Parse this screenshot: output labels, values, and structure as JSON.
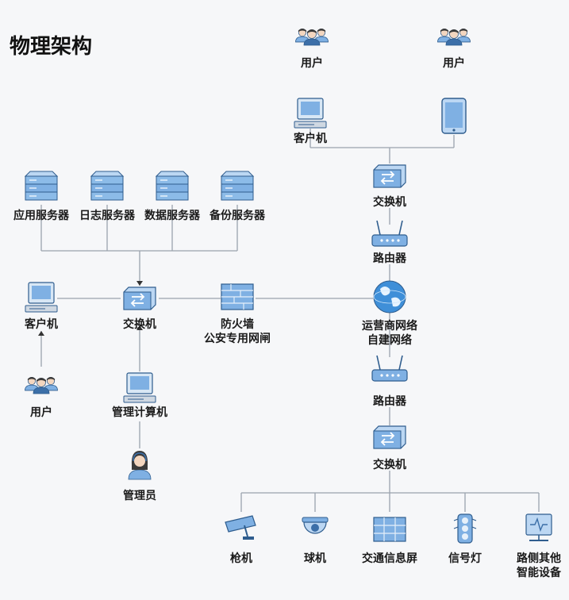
{
  "title": "物理架构",
  "colors": {
    "line": "#9aa3ad",
    "icon_light": "#bcd7f3",
    "icon_mid": "#7fb0e3",
    "icon_dark": "#3c6fa8",
    "icon_edge": "#2f5d8e"
  },
  "nodes": {
    "user_top_left": {
      "label": "用户",
      "icon": "users-icon"
    },
    "user_top_right": {
      "label": "用户",
      "icon": "users-icon"
    },
    "client_top": {
      "label": "客户机",
      "icon": "desktop-computer-icon"
    },
    "tablet_top": {
      "label": "",
      "icon": "tablet-icon"
    },
    "switch_top": {
      "label": "交换机",
      "icon": "switch-icon"
    },
    "router_top": {
      "label": "路由器",
      "icon": "router-icon"
    },
    "isp_network": {
      "label": [
        "运营商网络",
        "自建网络"
      ],
      "icon": "globe-icon"
    },
    "router_bottom": {
      "label": "路由器",
      "icon": "router-icon"
    },
    "switch_bottom": {
      "label": "交换机",
      "icon": "switch-icon"
    },
    "server_app": {
      "label": "应用服务器",
      "icon": "server-icon"
    },
    "server_log": {
      "label": "日志服务器",
      "icon": "server-icon"
    },
    "server_data": {
      "label": "数据服务器",
      "icon": "server-icon"
    },
    "server_backup": {
      "label": "备份服务器",
      "icon": "server-icon"
    },
    "switch_center": {
      "label": "交换机",
      "icon": "switch-icon"
    },
    "firewall": {
      "label": [
        "防火墙",
        "公安专用网闸"
      ],
      "icon": "firewall-icon"
    },
    "client_left": {
      "label": "客户机",
      "icon": "desktop-computer-icon"
    },
    "user_left": {
      "label": "用户",
      "icon": "users-icon"
    },
    "mgmt_computer": {
      "label": "管理计算机",
      "icon": "desktop-computer-icon"
    },
    "admin": {
      "label": "管理员",
      "icon": "admin-icon"
    },
    "bullet_camera": {
      "label": "枪机",
      "icon": "bullet-camera-icon"
    },
    "dome_camera": {
      "label": "球机",
      "icon": "dome-camera-icon"
    },
    "info_screen": {
      "label": "交通信息屏",
      "icon": "info-screen-icon"
    },
    "signal_light": {
      "label": "信号灯",
      "icon": "traffic-light-icon"
    },
    "roadside_device": {
      "label": [
        "路侧其他",
        "智能设备"
      ],
      "icon": "monitor-device-icon"
    }
  }
}
